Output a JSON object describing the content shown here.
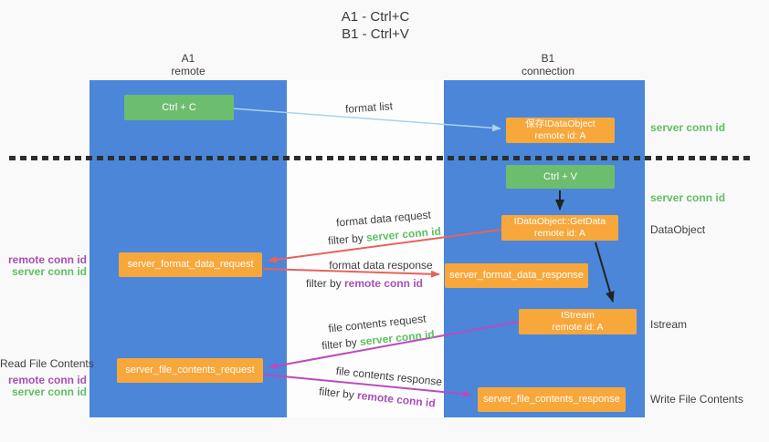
{
  "title": {
    "line1": "A1 - Ctrl+C",
    "line2": "B1 - Ctrl+V"
  },
  "lanes": {
    "left": {
      "title": "A1",
      "subtitle": "remote"
    },
    "right": {
      "title": "B1",
      "subtitle": "connection"
    }
  },
  "nodes": {
    "ctrl_c": {
      "label": "Ctrl + C"
    },
    "save_idataobject": {
      "line1": "保存IDataObject",
      "line2": "remote id: A"
    },
    "ctrl_v": {
      "label": "Ctrl + V"
    },
    "getdata": {
      "line1": "IDataObject::GetData",
      "line2": "remote id: A"
    },
    "format_request": {
      "label": "server_format_data_request"
    },
    "format_response": {
      "label": "server_format_data_response"
    },
    "istream": {
      "line1": "IStream",
      "line2": "remote id: A"
    },
    "file_request": {
      "label": "server_file_contents_request"
    },
    "file_response": {
      "label": "server_file_contents_response"
    }
  },
  "flow_labels": {
    "format_list": "format list",
    "format_data_request": "format data request",
    "format_data_response": "format data response",
    "file_contents_request": "file contents request",
    "file_contents_response": "file contents response",
    "filter_by": "filter by ",
    "server_conn_id": "server conn id",
    "remote_conn_id": "remote conn id"
  },
  "left_annotations": {
    "remote_conn_id": "remote conn id",
    "server_conn_id": "server conn id",
    "read_file_contents": "Read File Contents"
  },
  "right_annotations": {
    "server_conn_id_top": "server conn id",
    "server_conn_id_mid": "server conn id",
    "dataobject": "DataObject",
    "istream": "Istream",
    "write_file_contents": "Write File Contents"
  },
  "colors": {
    "lane_blue": "#4b86d8",
    "node_green": "#6dbd6e",
    "node_orange": "#f8a73b",
    "arrow_red": "#e8625a",
    "arrow_magenta": "#ba4bc0",
    "arrow_light_blue": "#a9d1f0",
    "arrow_black": "#222222",
    "server_conn_id_green": "#5fbf62",
    "remote_conn_id_purple": "#a650b5"
  }
}
